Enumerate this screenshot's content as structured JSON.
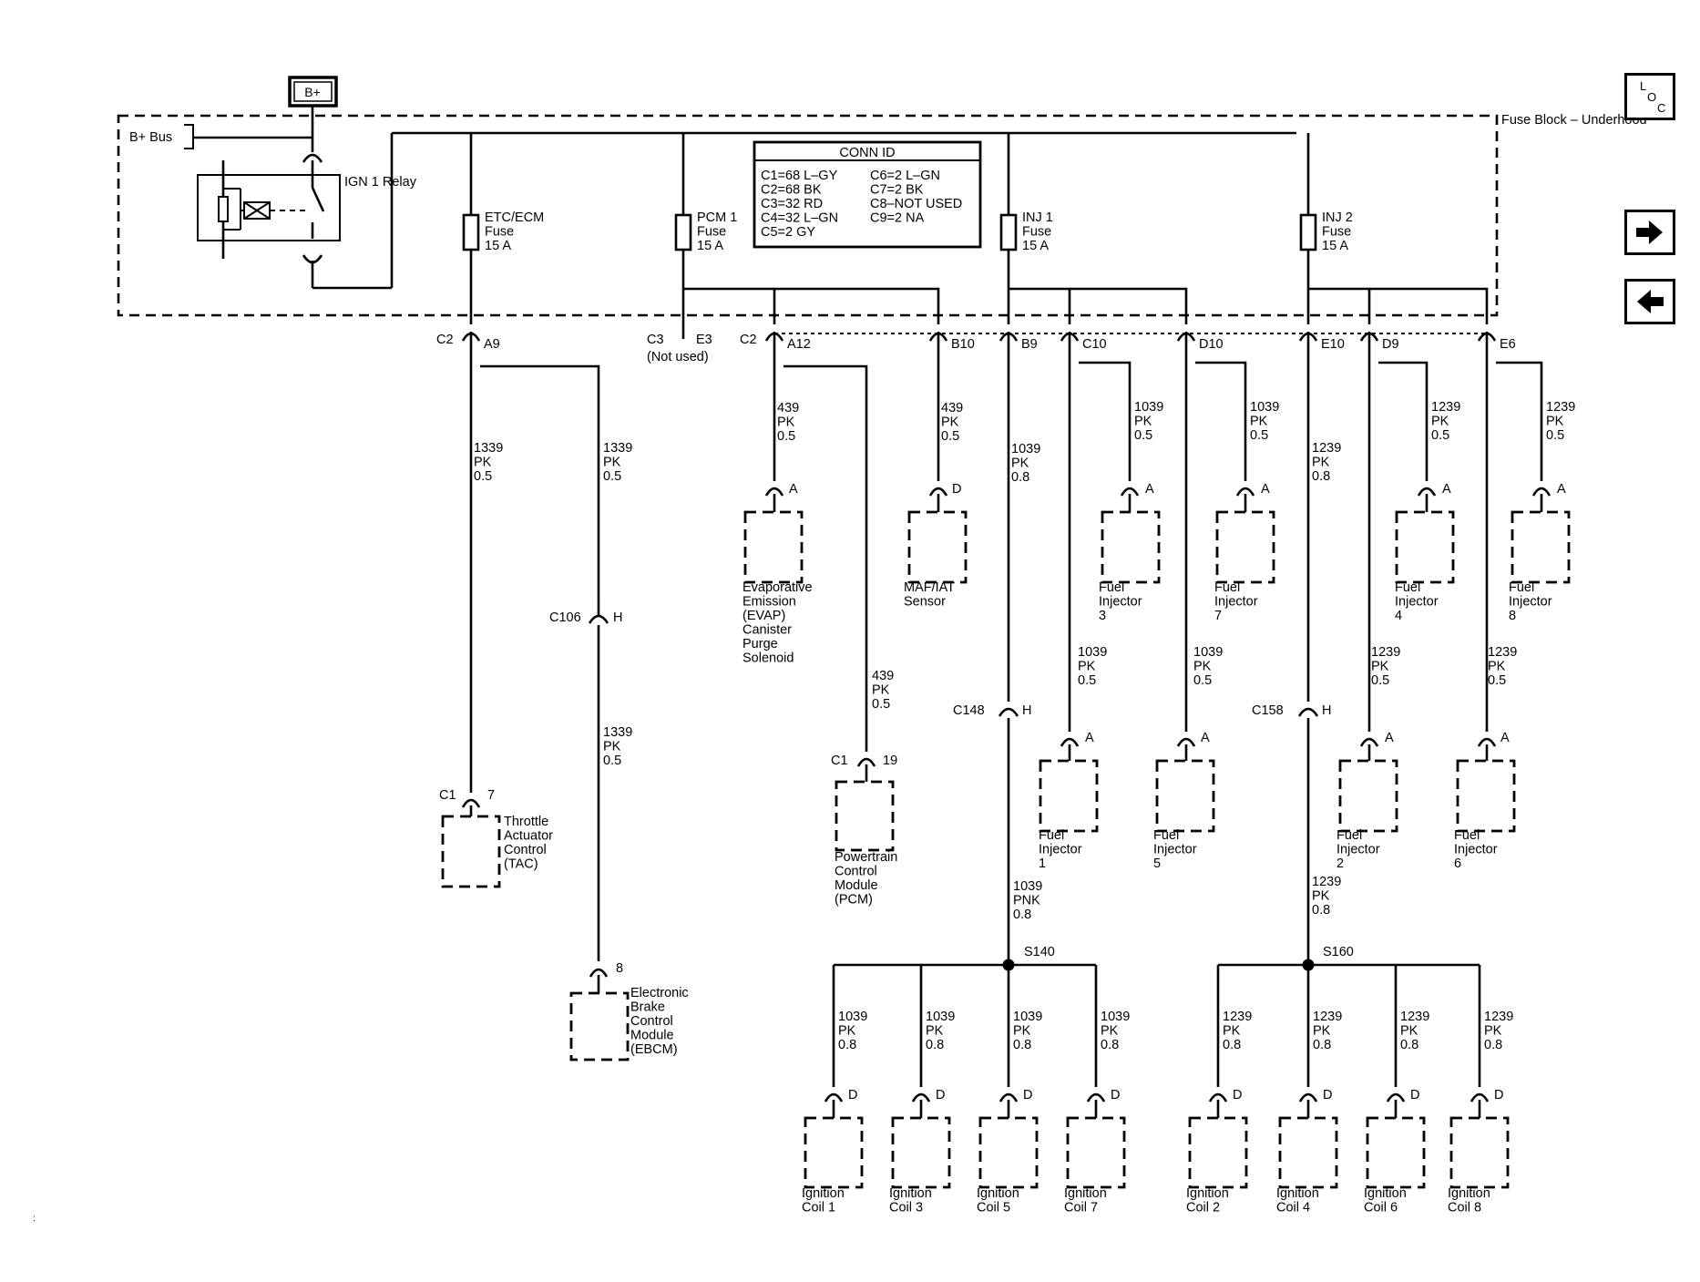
{
  "power": {
    "bplus_label": "B+",
    "bplus_bus_label": "B+ Bus",
    "relay_label": "IGN 1\nRelay",
    "fuse_block_label": "Fuse\nBlock –\nUnderhood"
  },
  "conn_id": {
    "title": "CONN ID",
    "left": [
      "C1=68 L–GY",
      "C2=68 BK",
      "C3=32 RD",
      "C4=32 L–GN",
      "C5=2 GY"
    ],
    "right": [
      "C6=2 L–GN",
      "C7=2 BK",
      "C8–NOT USED",
      "C9=2 NA"
    ]
  },
  "fuses": [
    {
      "id": "etc",
      "label": "ETC/ECM\nFuse\n15 A"
    },
    {
      "id": "pcm",
      "label": "PCM 1\nFuse\n15 A"
    },
    {
      "id": "inj1",
      "label": "INJ 1\nFuse\n15 A"
    },
    {
      "id": "inj2",
      "label": "INJ 2\nFuse\n15 A"
    }
  ],
  "terminals": [
    {
      "id": "c2a9",
      "left": "C2",
      "right": "A9"
    },
    {
      "id": "c3e3",
      "left": "C3",
      "right": "E3",
      "note": "(Not used)"
    },
    {
      "id": "c2a12",
      "left": "C2",
      "right": "A12"
    },
    {
      "id": "b10",
      "right": "B10"
    },
    {
      "id": "b9",
      "right": "B9"
    },
    {
      "id": "c10",
      "right": "C10"
    },
    {
      "id": "d10",
      "right": "D10"
    },
    {
      "id": "e10",
      "right": "E10"
    },
    {
      "id": "d9",
      "right": "D9"
    },
    {
      "id": "e6",
      "right": "E6"
    }
  ],
  "wires": [
    {
      "id": "w1",
      "text": "1339\nPK\n0.5"
    },
    {
      "id": "w2",
      "text": "1339\nPK\n0.5"
    },
    {
      "id": "w3",
      "text": "1339\nPK\n0.5"
    },
    {
      "id": "w4",
      "text": "439\nPK\n0.5"
    },
    {
      "id": "w5",
      "text": "439\nPK\n0.5"
    },
    {
      "id": "w6",
      "text": "439\nPK\n0.5"
    },
    {
      "id": "w7",
      "text": "1039\nPK\n0.8"
    },
    {
      "id": "w8",
      "text": "1039\nPK\n0.5"
    },
    {
      "id": "w9",
      "text": "1039\nPK\n0.5"
    },
    {
      "id": "w10",
      "text": "1039\nPK\n0.5"
    },
    {
      "id": "w11",
      "text": "1039\nPK\n0.5"
    },
    {
      "id": "w12",
      "text": "1039\nPNK\n0.8"
    },
    {
      "id": "w13",
      "text": "1239\nPK\n0.8"
    },
    {
      "id": "w14",
      "text": "1239\nPK\n0.5"
    },
    {
      "id": "w15",
      "text": "1239\nPK\n0.5"
    },
    {
      "id": "w16",
      "text": "1239\nPK\n0.5"
    },
    {
      "id": "w17",
      "text": "1239\nPK\n0.5"
    },
    {
      "id": "w18",
      "text": "1239\nPK\n0.8"
    },
    {
      "id": "wc1",
      "text": "1039\nPK\n0.8"
    },
    {
      "id": "wc3",
      "text": "1039\nPK\n0.8"
    },
    {
      "id": "wc5",
      "text": "1039\nPK\n0.8"
    },
    {
      "id": "wc7",
      "text": "1039\nPK\n0.8"
    },
    {
      "id": "wc2",
      "text": "1239\nPK\n0.8"
    },
    {
      "id": "wc4",
      "text": "1239\nPK\n0.8"
    },
    {
      "id": "wc6",
      "text": "1239\nPK\n0.8"
    },
    {
      "id": "wc8",
      "text": "1239\nPK\n0.8"
    }
  ],
  "inline_connectors": [
    {
      "id": "c106",
      "left": "C106",
      "right": "H"
    },
    {
      "id": "c148",
      "left": "C148",
      "right": "H"
    },
    {
      "id": "c158",
      "left": "C158",
      "right": "H"
    }
  ],
  "splices": [
    {
      "id": "s140",
      "label": "S140"
    },
    {
      "id": "s160",
      "label": "S160"
    }
  ],
  "components": [
    {
      "id": "tac",
      "pin_left": "C1",
      "pin": "7",
      "label": "Throttle\nActuator\nControl\n(TAC)"
    },
    {
      "id": "ebcm",
      "pin": "8",
      "label": "Electronic\nBrake\nControl\nModule\n(EBCM)"
    },
    {
      "id": "evap",
      "pin": "A",
      "label": "Evaporative\nEmission\n(EVAP)\nCanister\nPurge\nSolenoid"
    },
    {
      "id": "pcm",
      "pin_left": "C1",
      "pin": "19",
      "label": "Powertrain\nControl\nModule\n(PCM)"
    },
    {
      "id": "maf",
      "pin": "D",
      "label": "MAF/IAT\nSensor"
    },
    {
      "id": "inj3",
      "pin": "A",
      "label": "Fuel\nInjector\n3"
    },
    {
      "id": "inj7",
      "pin": "A",
      "label": "Fuel\nInjector\n7"
    },
    {
      "id": "inj4",
      "pin": "A",
      "label": "Fuel\nInjector\n4"
    },
    {
      "id": "inj8",
      "pin": "A",
      "label": "Fuel\nInjector\n8"
    },
    {
      "id": "inj1",
      "pin": "A",
      "label": "Fuel\nInjector\n1"
    },
    {
      "id": "inj5",
      "pin": "A",
      "label": "Fuel\nInjector\n5"
    },
    {
      "id": "inj2",
      "pin": "A",
      "label": "Fuel\nInjector\n2"
    },
    {
      "id": "inj6",
      "pin": "A",
      "label": "Fuel\nInjector\n6"
    },
    {
      "id": "coil1",
      "pin": "D",
      "label": "Ignition\nCoil 1"
    },
    {
      "id": "coil3",
      "pin": "D",
      "label": "Ignition\nCoil 3"
    },
    {
      "id": "coil5",
      "pin": "D",
      "label": "Ignition\nCoil 5"
    },
    {
      "id": "coil7",
      "pin": "D",
      "label": "Ignition\nCoil 7"
    },
    {
      "id": "coil2",
      "pin": "D",
      "label": "Ignition\nCoil 2"
    },
    {
      "id": "coil4",
      "pin": "D",
      "label": "Ignition\nCoil 4"
    },
    {
      "id": "coil6",
      "pin": "D",
      "label": "Ignition\nCoil 6"
    },
    {
      "id": "coil8",
      "pin": "D",
      "label": "Ignition\nCoil 8"
    }
  ],
  "nav": {
    "loc_letters": [
      "L",
      "O",
      "C"
    ],
    "forward_icon": "arrow-right-icon",
    "back_icon": "arrow-left-icon"
  }
}
